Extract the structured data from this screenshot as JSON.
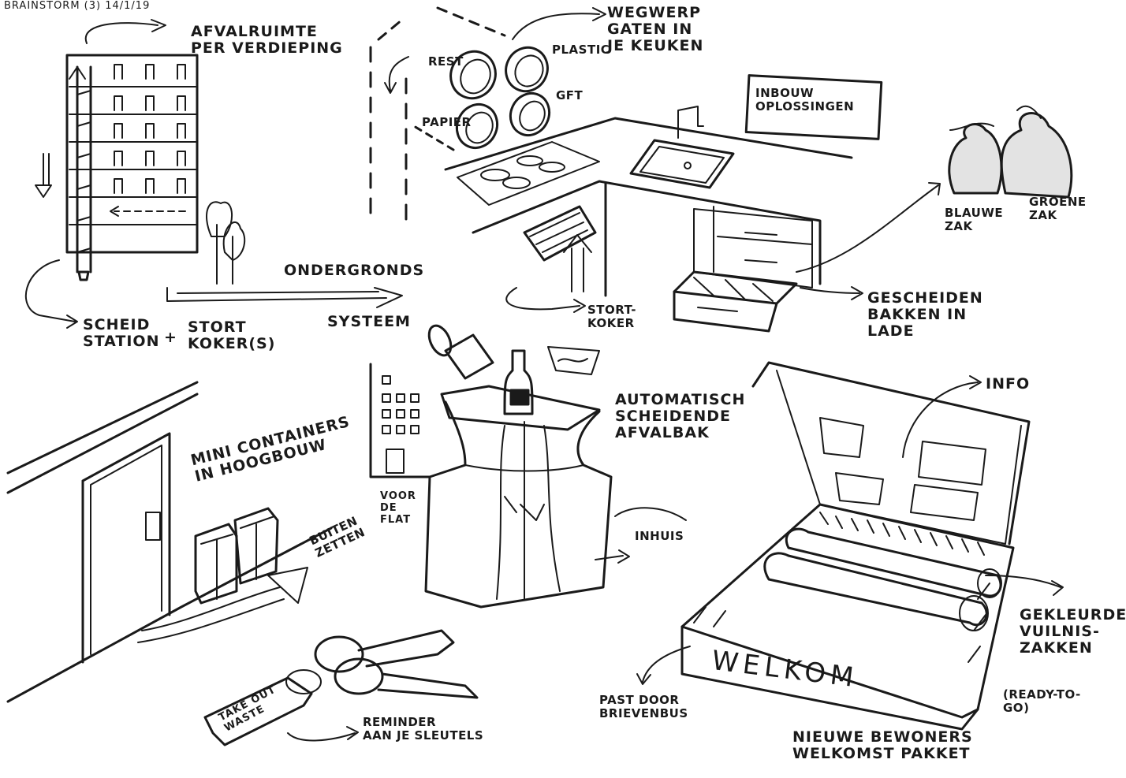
{
  "corner_note": "BRAINSTORM (3) 14/1/19",
  "labels": {
    "afvalruimte": "AFVALRUIMTE\nPER VERDIEPING",
    "scheid": "SCHEID\nSTATION",
    "plus": "+",
    "stort": "STORT\nKOKER(S)",
    "ondergronds": "ONDERGRONDS",
    "systeem": "SYSTEEM",
    "wegwerp": "WEGWERP\nGATEN IN\nJE KEUKEN",
    "rest": "REST",
    "plastic": "PLASTIC",
    "papier": "PAPIER",
    "gft": "GFT",
    "inbouw": "INBOUW\nOPLOSSINGEN",
    "blauwe": "BLAUWE\nZAK",
    "groene": "GROENE\nZAK",
    "stortkoker": "STORT-\nKOKER",
    "gescheiden": "GESCHEIDEN\nBAKKEN IN\nLADE",
    "automatisch": "AUTOMATISCH\nSCHEIDENDE\nAFVALBAK",
    "voor_de_flat": "VOOR\nDE\nFLAT",
    "inhuis": "INHUIS",
    "mini": "MINI CONTAINERS\nIN HOOGBOUW",
    "buiten": "BUITEN\nZETTEN",
    "info": "INFO",
    "welkom": "WELKOM",
    "gekleurde": "GEKLEURDE\nVUILNIS-\nZAKKEN",
    "ready": "(READY-TO-\nGO)",
    "past_door": "PAST DOOR\nBRIEVENBUS",
    "nieuwe": "NIEUWE BEWONERS\nWELKOMST PAKKET",
    "take_out": "TAKE OUT\nWASTE",
    "reminder": "REMINDER\nAAN JE SLEUTELS"
  },
  "colors": {
    "ink": "#1a1a1a",
    "paper": "#ffffff"
  }
}
